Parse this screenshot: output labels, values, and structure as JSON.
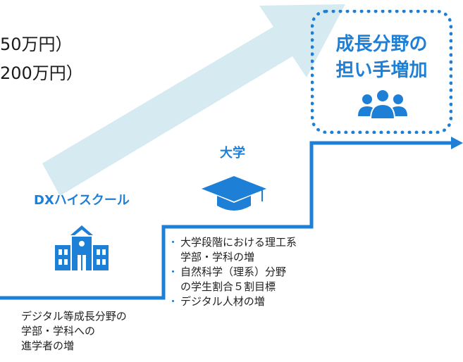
{
  "colors": {
    "accent": "#1e7fd6",
    "arrow_bg": "#d6eaf1",
    "text": "#222222"
  },
  "top_clipped": {
    "line1": "50万円）",
    "line2": "200万円）"
  },
  "goal": {
    "line1": "成長分野の",
    "line2": "担い手増加",
    "icon": "people-group-icon"
  },
  "university": {
    "title": "大学",
    "icon": "graduation-cap-icon",
    "bullet_char": "・",
    "bullets": [
      {
        "lines": [
          "大学段階における理工系",
          "学部・学科の増"
        ]
      },
      {
        "lines": [
          "自然科学（理系）分野",
          "の学生割合５割目標"
        ]
      },
      {
        "lines": [
          "デジタル人材の増"
        ]
      }
    ]
  },
  "highschool": {
    "title": "DXハイスクール",
    "icon": "school-building-icon",
    "desc_lines": [
      "デジタル等成長分野の",
      "学部・学科への",
      "進学者の増"
    ]
  }
}
